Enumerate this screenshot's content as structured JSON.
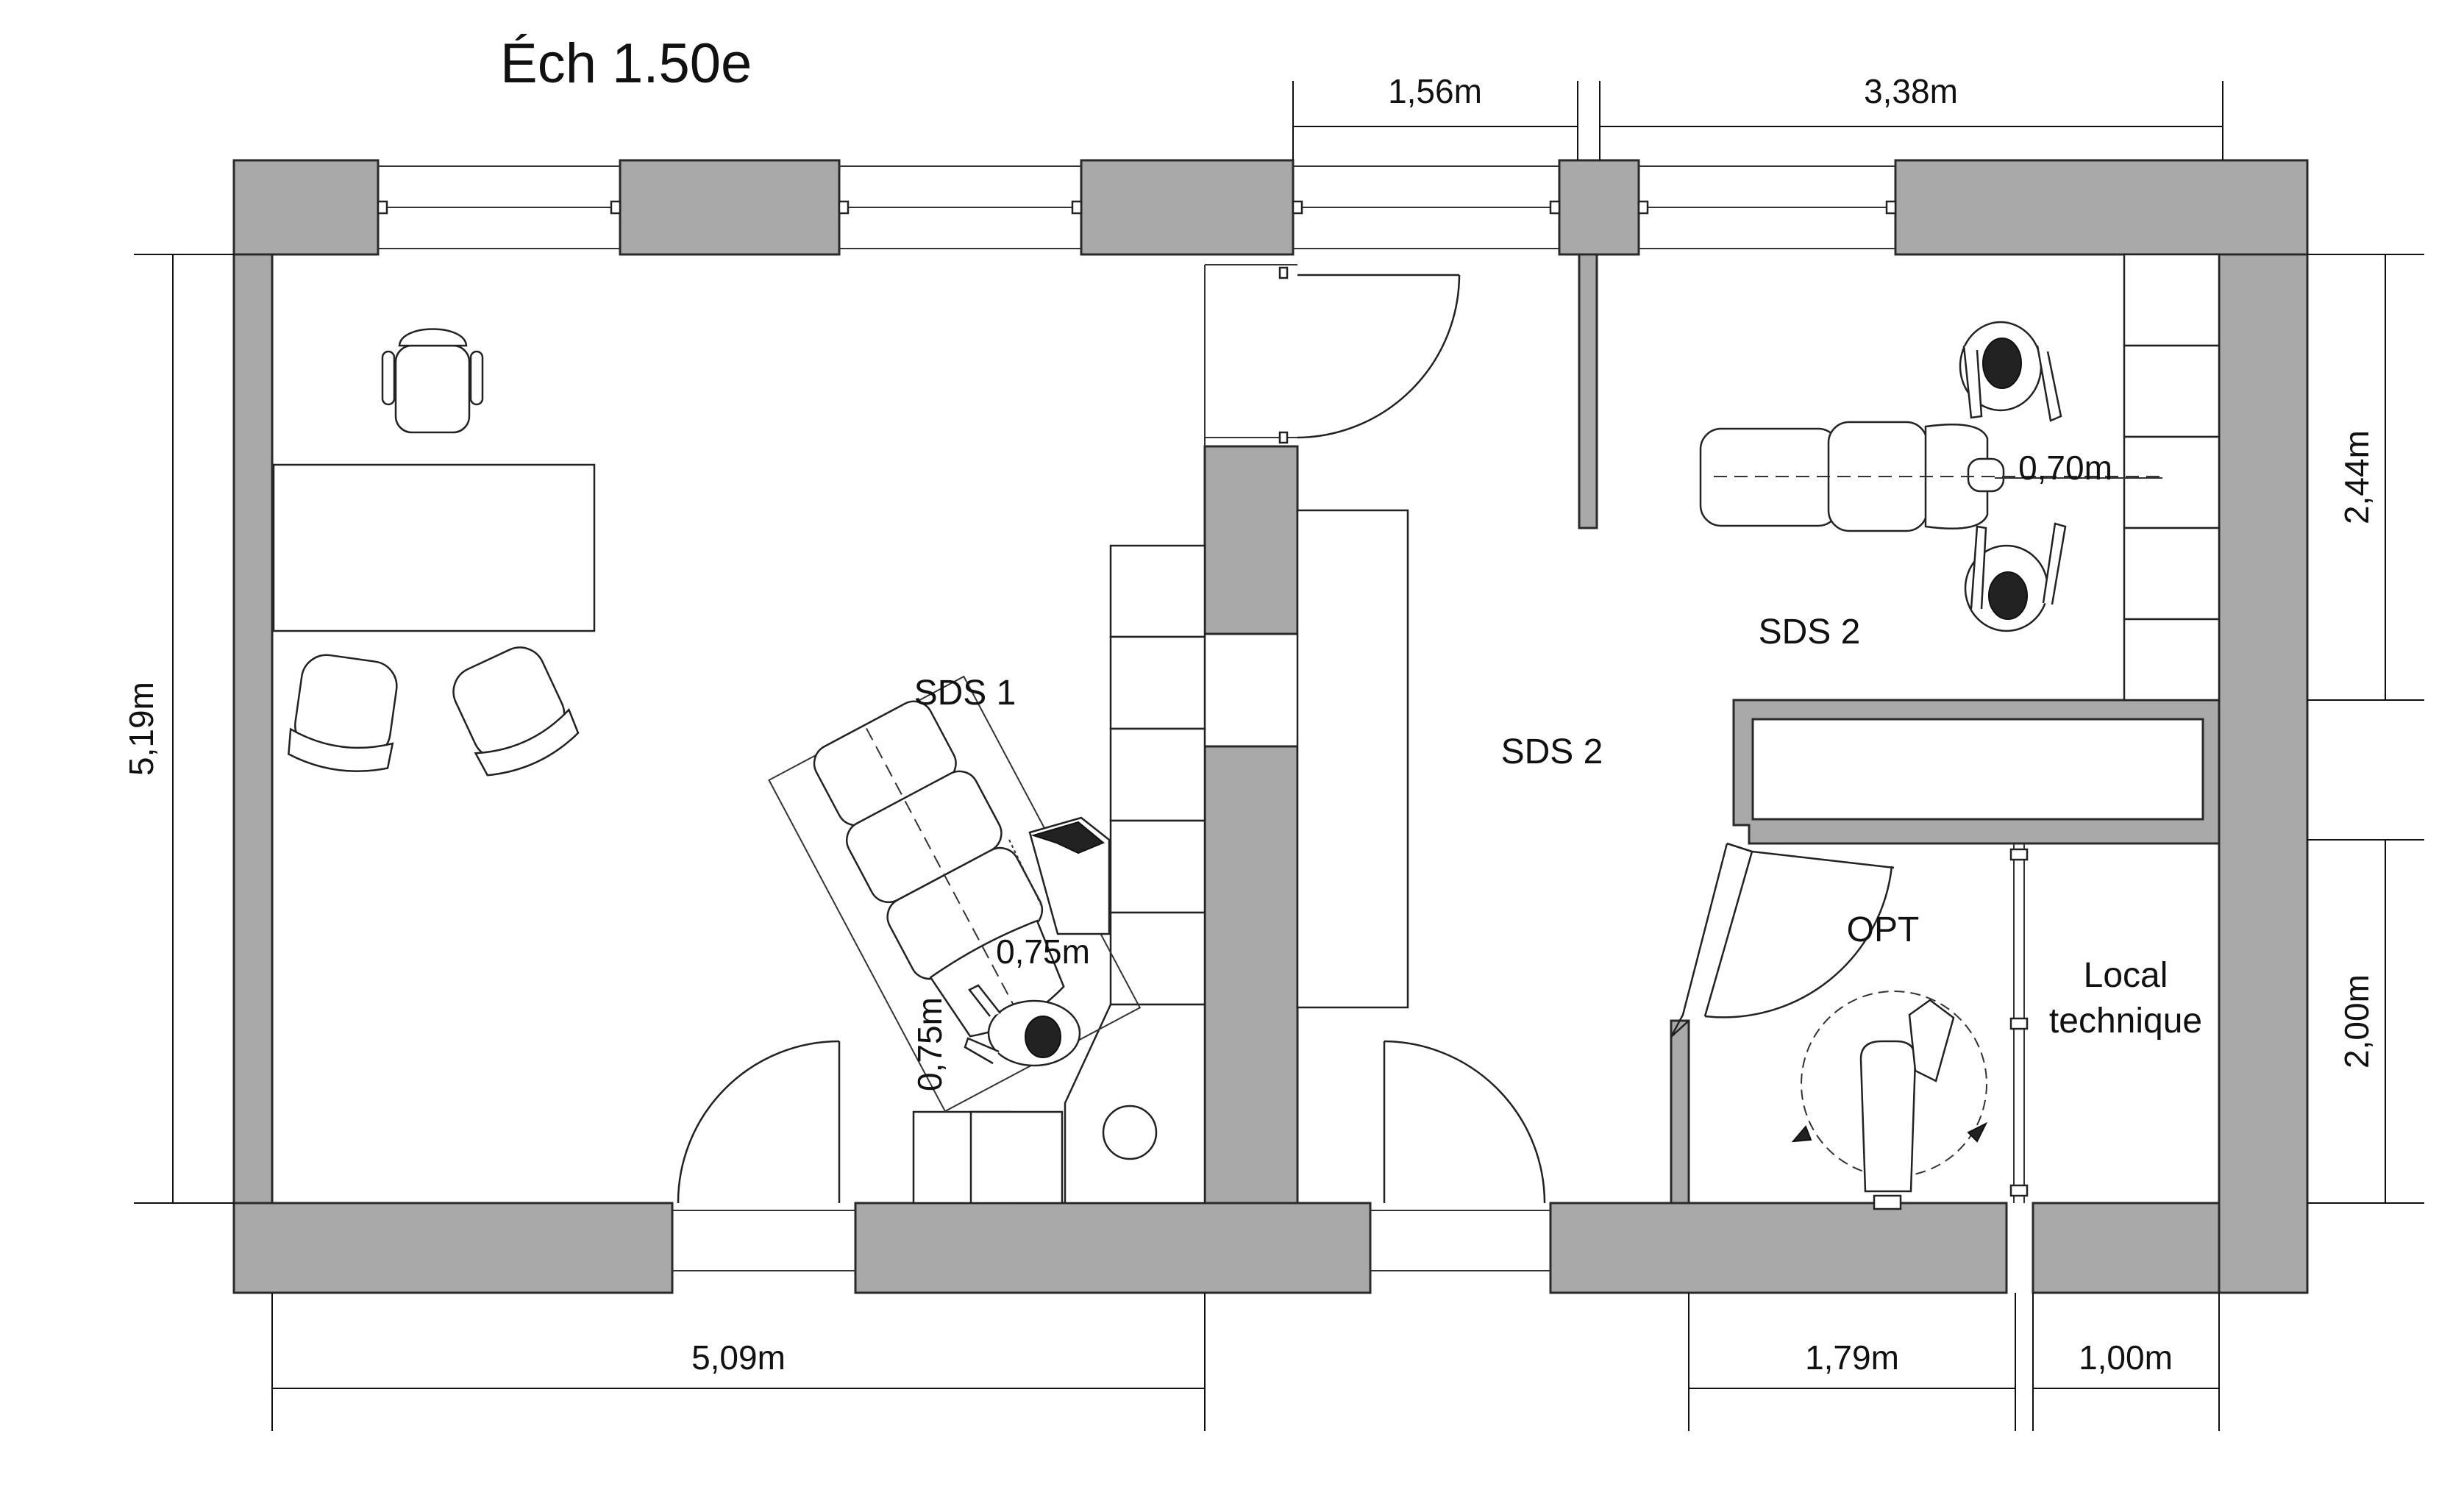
{
  "title": "Éch 1.50e",
  "dimensions": {
    "top_left": "1,56m",
    "top_right": "3,38m",
    "left": "5,19m",
    "right_top": "2,44m",
    "right_bottom": "2,00m",
    "bottom_left": "5,09m",
    "bottom_mid": "1,79m",
    "bottom_right": "1,00m"
  },
  "rooms": {
    "sds1": "SDS 1",
    "sds2_corridor": "SDS 2",
    "sds2_room": "SDS 2",
    "opt": "OPT",
    "local_line1": "Local",
    "local_line2": "technique"
  },
  "clearances": {
    "sds1_right": "0,75m",
    "sds1_bottom": "0,75m",
    "sds2": "0,70m"
  },
  "colors": {
    "wall": "#a9a9a9",
    "line": "#222222"
  }
}
